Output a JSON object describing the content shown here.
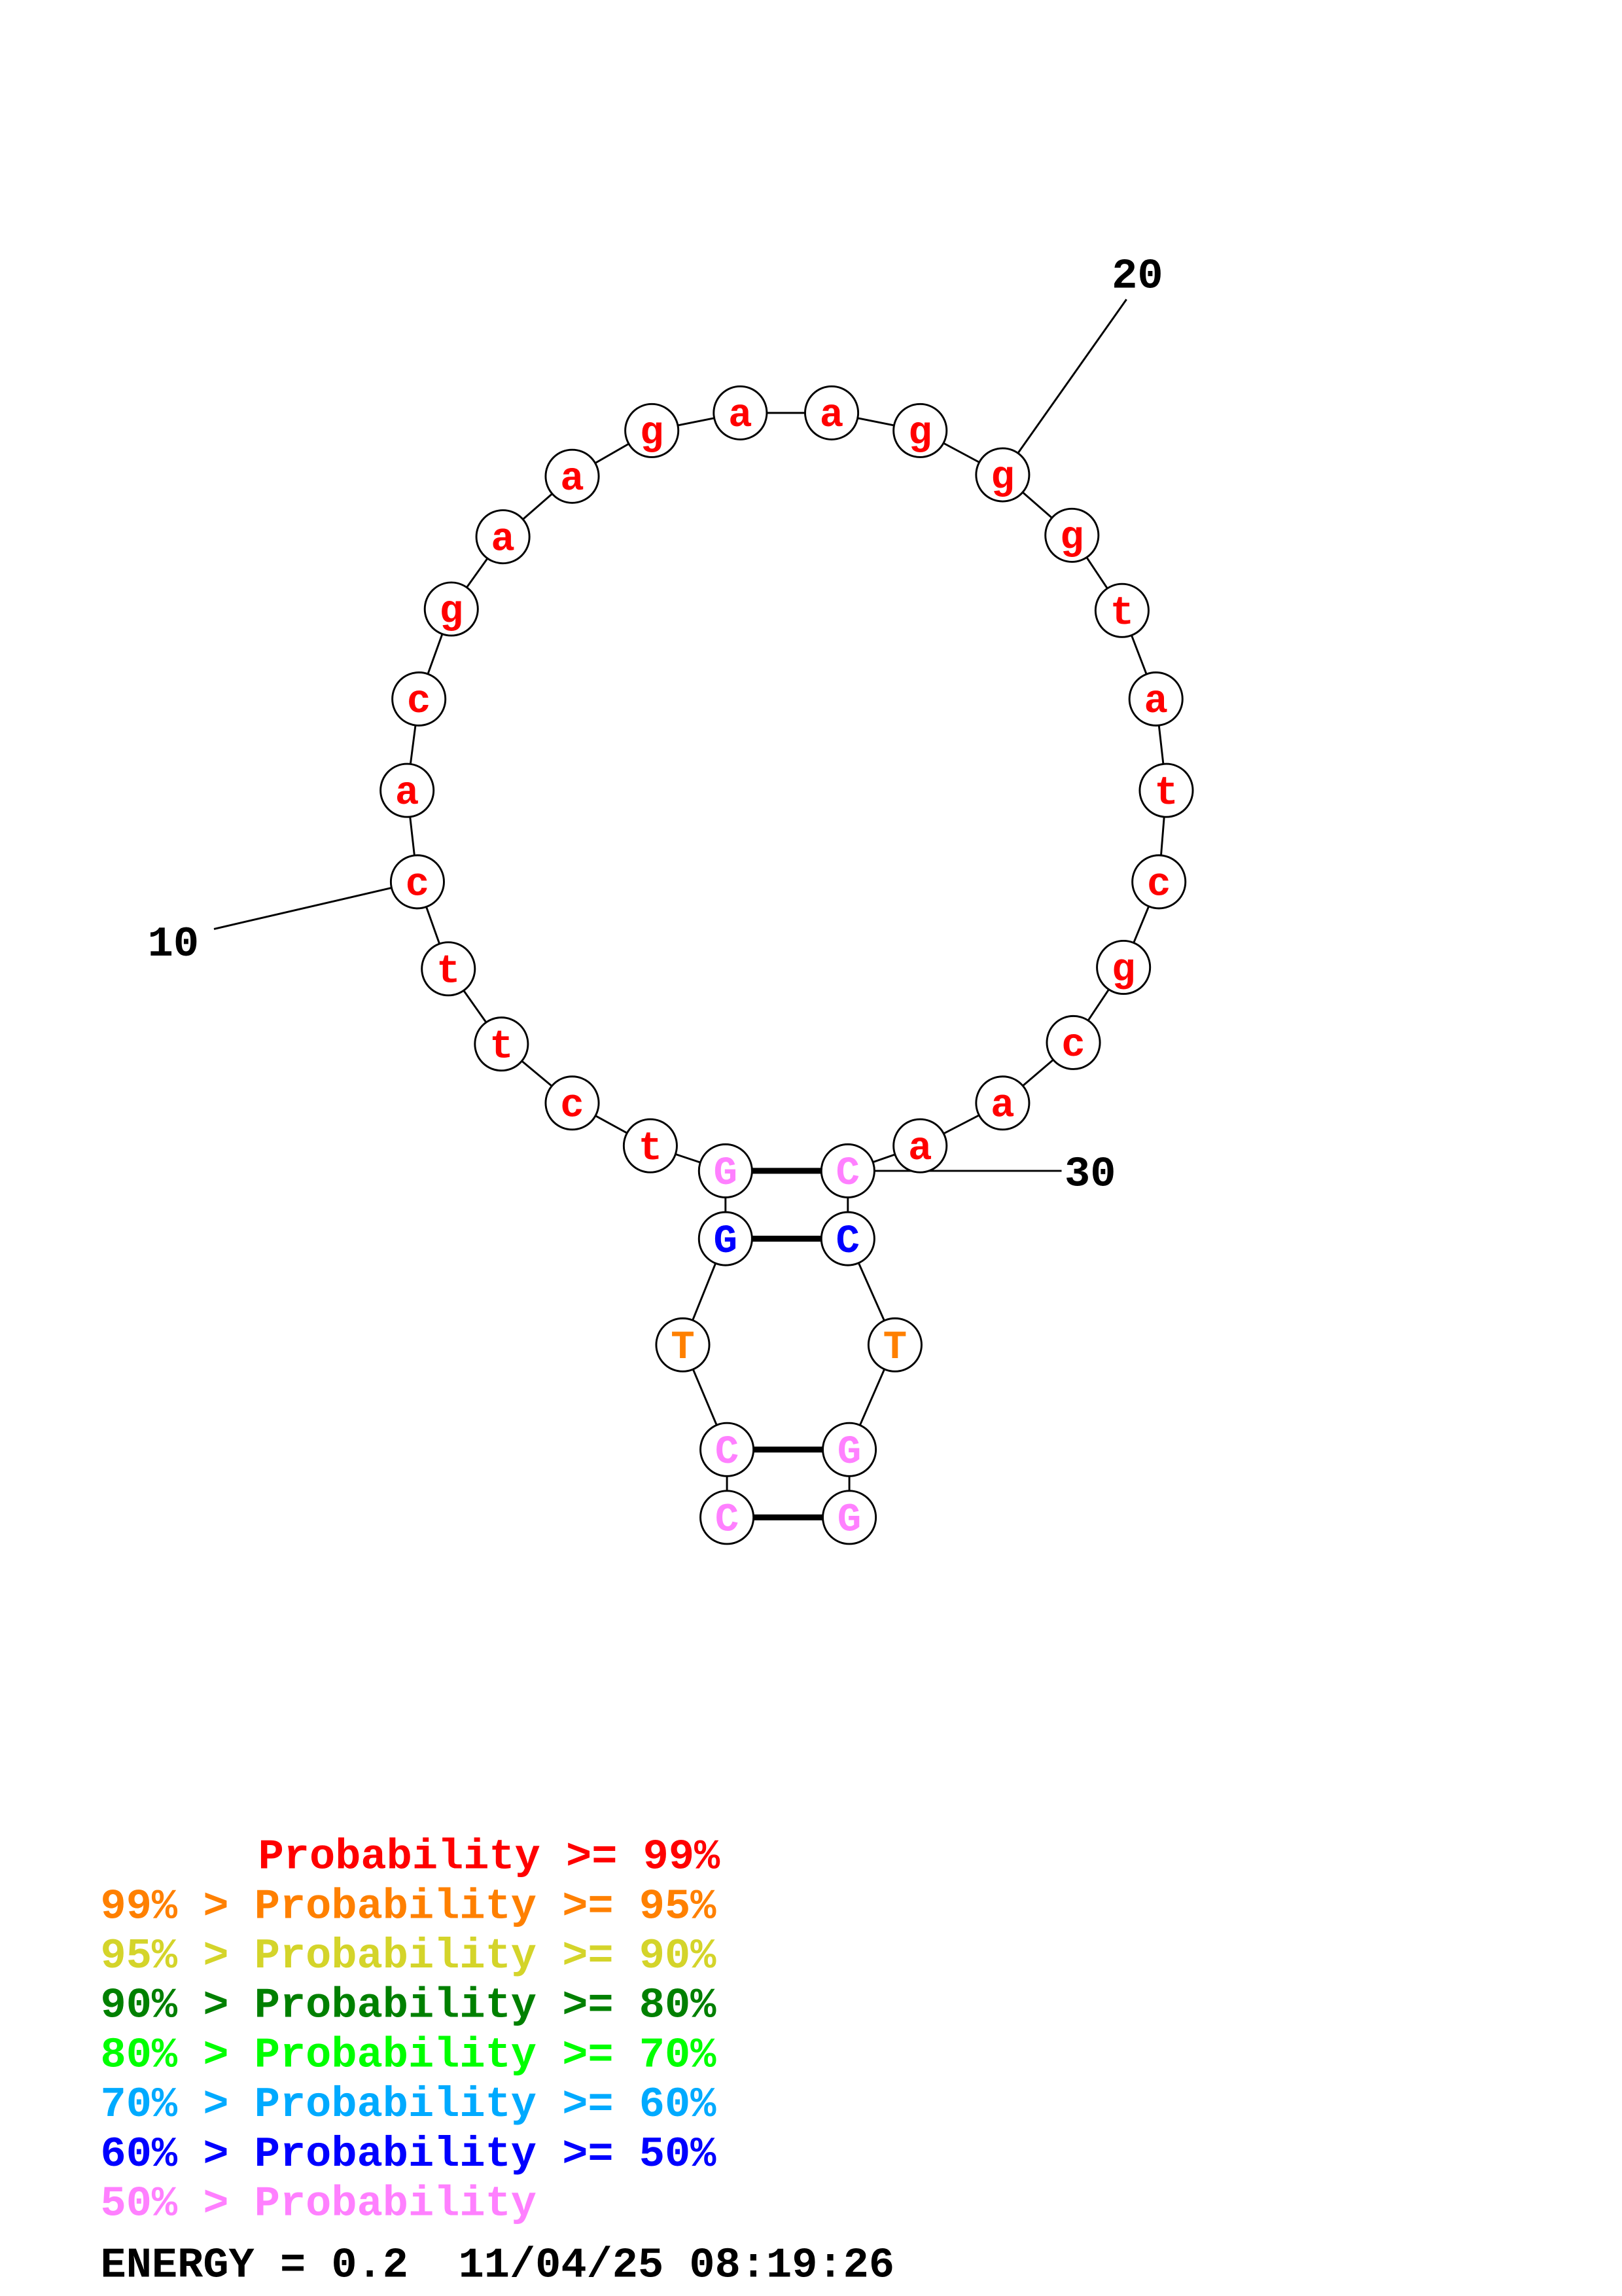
{
  "colors": {
    "p99": "#ff0000",
    "p95": "#ff8000",
    "p90": "#d4d42a",
    "p80": "#008000",
    "p70": "#00ff00",
    "p60": "#00aaff",
    "p50": "#0000ff",
    "low": "#ff80ff"
  },
  "structure": {
    "nucleotides": [
      {
        "n": 1,
        "base": "C",
        "level": "low"
      },
      {
        "n": 2,
        "base": "C",
        "level": "low"
      },
      {
        "n": 3,
        "base": "T",
        "level": "p95"
      },
      {
        "n": 4,
        "base": "G",
        "level": "p50"
      },
      {
        "n": 5,
        "base": "G",
        "level": "low"
      },
      {
        "n": 6,
        "base": "t",
        "level": "p99"
      },
      {
        "n": 7,
        "base": "c",
        "level": "p99"
      },
      {
        "n": 8,
        "base": "t",
        "level": "p99"
      },
      {
        "n": 9,
        "base": "t",
        "level": "p99"
      },
      {
        "n": 10,
        "base": "c",
        "level": "p99"
      },
      {
        "n": 11,
        "base": "a",
        "level": "p99"
      },
      {
        "n": 12,
        "base": "c",
        "level": "p99"
      },
      {
        "n": 13,
        "base": "g",
        "level": "p99"
      },
      {
        "n": 14,
        "base": "a",
        "level": "p99"
      },
      {
        "n": 15,
        "base": "a",
        "level": "p99"
      },
      {
        "n": 16,
        "base": "g",
        "level": "p99"
      },
      {
        "n": 17,
        "base": "a",
        "level": "p99"
      },
      {
        "n": 18,
        "base": "a",
        "level": "p99"
      },
      {
        "n": 19,
        "base": "g",
        "level": "p99"
      },
      {
        "n": 20,
        "base": "g",
        "level": "p99"
      },
      {
        "n": 21,
        "base": "g",
        "level": "p99"
      },
      {
        "n": 22,
        "base": "t",
        "level": "p99"
      },
      {
        "n": 23,
        "base": "a",
        "level": "p99"
      },
      {
        "n": 24,
        "base": "t",
        "level": "p99"
      },
      {
        "n": 25,
        "base": "c",
        "level": "p99"
      },
      {
        "n": 26,
        "base": "g",
        "level": "p99"
      },
      {
        "n": 27,
        "base": "c",
        "level": "p99"
      },
      {
        "n": 28,
        "base": "a",
        "level": "p99"
      },
      {
        "n": 29,
        "base": "a",
        "level": "p99"
      },
      {
        "n": 30,
        "base": "C",
        "level": "low"
      },
      {
        "n": 31,
        "base": "C",
        "level": "p50"
      },
      {
        "n": 32,
        "base": "T",
        "level": "p95"
      },
      {
        "n": 33,
        "base": "G",
        "level": "low"
      },
      {
        "n": 34,
        "base": "G",
        "level": "low"
      }
    ],
    "pairs": [
      [
        1,
        34
      ],
      [
        2,
        33
      ],
      [
        4,
        31
      ],
      [
        5,
        30
      ]
    ],
    "number_labels": [
      {
        "n": 10,
        "text": "10"
      },
      {
        "n": 20,
        "text": "20"
      },
      {
        "n": 30,
        "text": "30"
      }
    ]
  },
  "legend": [
    {
      "prefix": "    ",
      "text": "Probability >= 99%",
      "level": "p99"
    },
    {
      "prefix": "99% > ",
      "text": "Probability >= 95%",
      "level": "p95"
    },
    {
      "prefix": "95% > ",
      "text": "Probability >= 90%",
      "level": "p90"
    },
    {
      "prefix": "90% > ",
      "text": "Probability >= 80%",
      "level": "p80"
    },
    {
      "prefix": "80% > ",
      "text": "Probability >= 70%",
      "level": "p70"
    },
    {
      "prefix": "70% > ",
      "text": "Probability >= 60%",
      "level": "p60"
    },
    {
      "prefix": "60% > ",
      "text": "Probability >= 50%",
      "level": "p50"
    },
    {
      "prefix": "50% > ",
      "text": "Probability",
      "level": "low"
    }
  ],
  "footer": {
    "energy": "ENERGY = 0.2",
    "timestamp": "11/04/25 08:19:26"
  }
}
